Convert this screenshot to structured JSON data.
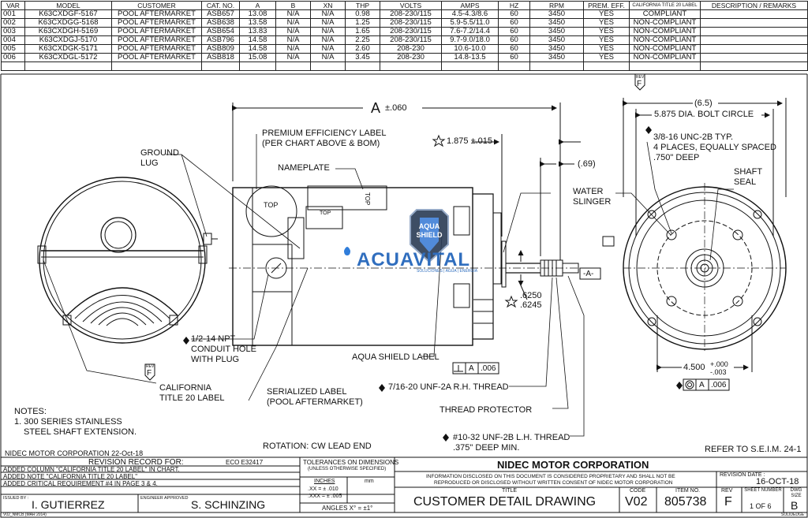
{
  "table": {
    "headers": [
      "VAR",
      "MODEL",
      "CUSTOMER",
      "CAT. NO.",
      "A",
      "B",
      "XN",
      "THP",
      "VOLTS",
      "AMPS",
      "HZ",
      "RPM",
      "PREM. EFF.",
      "CALIFORNIA TITLE 20 LABEL",
      "DESCRIPTION / REMARKS"
    ],
    "rows": [
      [
        "001",
        "K63CXDGF-5167",
        "POOL AFTERMARKET",
        "ASB657",
        "13.08",
        "N/A",
        "N/A",
        "0.98",
        "208-230/115",
        "4.5-4.3/8.6",
        "60",
        "3450",
        "YES",
        "COMPLIANT",
        ""
      ],
      [
        "002",
        "K63CXDGG-5168",
        "POOL AFTERMARKET",
        "ASB638",
        "13.58",
        "N/A",
        "N/A",
        "1.25",
        "208-230/115",
        "5.9-5.5/11.0",
        "60",
        "3450",
        "YES",
        "NON-COMPLIANT",
        ""
      ],
      [
        "003",
        "K63CXDGH-5169",
        "POOL AFTERMARKET",
        "ASB654",
        "13.83",
        "N/A",
        "N/A",
        "1.65",
        "208-230/115",
        "7.6-7.2/14.4",
        "60",
        "3450",
        "YES",
        "NON-COMPLIANT",
        ""
      ],
      [
        "004",
        "K63CXDGJ-5170",
        "POOL AFTERMARKET",
        "ASB796",
        "14.58",
        "N/A",
        "N/A",
        "2.25",
        "208-230/115",
        "9.7-9.0/18.0",
        "60",
        "3450",
        "YES",
        "NON-COMPLIANT",
        ""
      ],
      [
        "005",
        "K63CXDGK-5171",
        "POOL AFTERMARKET",
        "ASB809",
        "14.58",
        "N/A",
        "N/A",
        "2.60",
        "208-230",
        "10.6-10.0",
        "60",
        "3450",
        "YES",
        "NON-COMPLIANT",
        ""
      ],
      [
        "006",
        "K63CXDGL-5172",
        "POOL AFTERMARKET",
        "ASB818",
        "15.08",
        "N/A",
        "N/A",
        "3.45",
        "208-230",
        "14.8-13.5",
        "60",
        "3450",
        "YES",
        "NON-COMPLIANT",
        ""
      ]
    ]
  },
  "annotations": {
    "ground_lug_1": "GROUND",
    "ground_lug_2": "LUG",
    "premium_1": "PREMIUM EFFICIENCY LABEL",
    "premium_2": "(PER CHART ABOVE & BOM)",
    "nameplate": "NAMEPLATE",
    "dim_a": "A",
    "dim_a_tol": "±.060",
    "dim_1875": "1.875 ±.015",
    "dim_069": "(.69)",
    "water_slinger_1": "WATER",
    "water_slinger_2": "SLINGER",
    "dim_65": "(6.5)",
    "bolt_circle": "5.875  DIA. BOLT CIRCLE",
    "unc_1": "3/8-16 UNC-2B TYP.",
    "unc_2": "4 PLACES, EQUALLY SPACED",
    "unc_3": ".750\" DEEP",
    "shaft_seal_1": "SHAFT",
    "shaft_seal_2": "SEAL",
    "npt_1": "1/2-14 NPT",
    "npt_2": "CONDUIT HOLE",
    "npt_3": "WITH PLUG",
    "aqua_shield": "AQUA SHIELD LABEL",
    "datum_a": "-A-",
    "dim_6250": ".6250",
    "dim_6245": ".6245",
    "perp_tol": ".006",
    "perp_datum": "A",
    "thread_716": "7/16-20 UNF-2A R.H. THREAD",
    "dim_4500": "4.500",
    "dim_4500_plus": "+.000",
    "dim_4500_minus": "-.003",
    "conc_datum": "A",
    "conc_tol": ".006",
    "california_1": "CALIFORNIA",
    "california_2": "TITLE 20 LABEL",
    "serialized_1": "SERIALIZED LABEL",
    "serialized_2": "(POOL AFTERMARKET)",
    "thread_protector": "THREAD PROTECTOR",
    "thread_1032_1": "#10-32 UNF-2B L.H. THREAD",
    "thread_1032_2": ".375\" DEEP MIN.",
    "notes_title": "NOTES:",
    "notes_1": "1. 300 SERIES STAINLESS",
    "notes_2": "STEEL SHAFT EXTENSION.",
    "rotation": "ROTATION: CW LEAD END",
    "refer": "REFER TO S.E.I.M. 24-1",
    "rev_label": "REV",
    "rev_letter": "F",
    "top_1": "TOP",
    "top_2": "TOP",
    "top_3": "TOP"
  },
  "logo": {
    "brand": "ACUAVITAL",
    "tagline": "SOLUCIONES | AGUA | ENERGIA",
    "shield_1": "AQUA",
    "shield_2": "SHIELD"
  },
  "title_block": {
    "company_date": "NIDEC MOTOR CORPORATION 22-Oct-18",
    "revision_record": "REVISION RECORD FOR:",
    "eco": "ECO E32417",
    "rev_1": "ADDED COLUMN  \"CALIFORNIA TITLE 20 LABEL\" IN CHART.",
    "rev_2": "ADDED NOTE  \"CALIFORNIA TITLE 20 LABEL\"",
    "rev_3": "ADDED CRITICAL REQUIREMENT #4 IN PAGE 3 & 4.",
    "tol_title": "TOLERANCES ON DIMENSIONS",
    "tol_sub": "(UNLESS OTHERWISE SPECIFIED)",
    "tol_inches": "INCHES",
    "tol_mm": "mm",
    "tol_xx": ".XX = ± .010",
    "tol_xxx": ".XXX = ± .005",
    "tol_angles": "ANGLES  X° = ±1°",
    "company": "NIDEC MOTOR CORPORATION",
    "disclaimer_1": "INFORMATION DISCLOSED ON THIS DOCUMENT IS CONSIDERED PROPRIETARY AND SHALL NOT BE",
    "disclaimer_2": "REPRODUCED OR DISCLOSED WITHOUT WRITTEN CONSENT OF NIDEC MOTOR CORPORATION",
    "revision_date_label": "REVISION DATE :",
    "revision_date": "16-OCT-18",
    "issued_by_label": "ISSUED BY :",
    "issued_by": "I. GUTIERREZ",
    "engineer_label": "ENGINEER APPROVED",
    "engineer": "S. SCHINZING",
    "title_label": "TITLE",
    "title": "CUSTOMER DETAIL DRAWING",
    "code_label": "CODE",
    "code": "V02",
    "item_label": "ITEM NO.",
    "item": "805738",
    "rev_label": "REV",
    "rev": "F",
    "sheet_label": "SHEET NUMBER",
    "sheet": "1  OF  6",
    "dwg_label": "DWG SIZE",
    "dwg": "B",
    "form": "V02_NMCB (MAR 2014)",
    "solidedge": "SOLIDEDGE"
  }
}
